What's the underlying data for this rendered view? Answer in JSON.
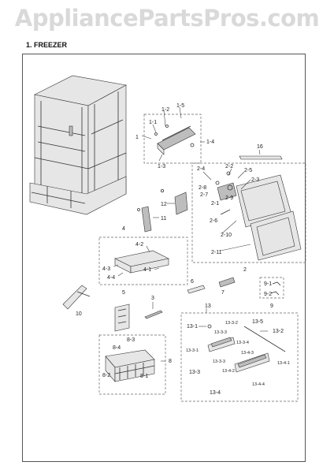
{
  "watermark": "AppliancePartsPros.com",
  "section_title": "1. FREEZER",
  "callouts": {
    "c1": "1",
    "c1_1": "1-1",
    "c1_2": "1-2",
    "c1_3": "1-3",
    "c1_4": "1-4",
    "c1_5": "1-5",
    "c2": "2",
    "c2_1": "2-1",
    "c2_2": "2-2",
    "c2_3": "2-3",
    "c2_4": "2-4",
    "c2_5": "2-5",
    "c2_6": "2-6",
    "c2_7": "2-7",
    "c2_8": "2-8",
    "c2_9": "2-9",
    "c2_10": "2-10",
    "c2_11": "2-11",
    "c3": "3",
    "c4": "4",
    "c4_1": "4-1",
    "c4_2": "4-2",
    "c4_3": "4-3",
    "c4_4": "4-4",
    "c5": "5",
    "c6": "6",
    "c7": "7",
    "c8": "8",
    "c8_1": "8-1",
    "c8_2": "8-2",
    "c8_3": "8-3",
    "c8_4": "8-4",
    "c9": "9",
    "c9_1": "9-1",
    "c9_2": "9-2",
    "c10": "10",
    "c11": "11",
    "c12": "12",
    "c13": "13",
    "c13_1": "13-1",
    "c13_2": "13-2",
    "c13_3": "13-3",
    "c13_4": "13-4",
    "c13_5": "13-5",
    "c13_3_1": "13-3-1",
    "c13_3_2": "13-3-2",
    "c13_3_3": "13-3-3",
    "c13_3_4": "13-3-4",
    "c13_4_1": "13-4-1",
    "c13_4_2": "13-4-2",
    "c13_4_3": "13-4-3",
    "c13_4_4": "13-4-4",
    "c16": "16"
  }
}
